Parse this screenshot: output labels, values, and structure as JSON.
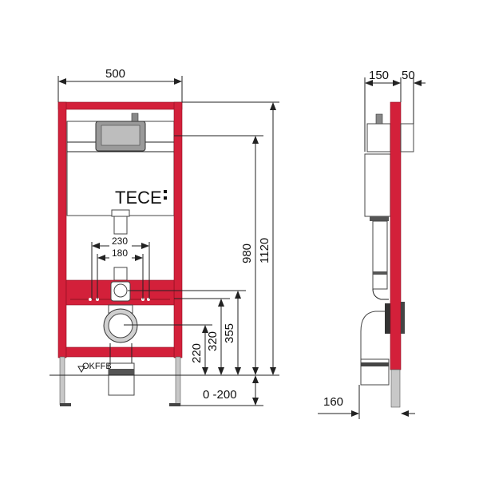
{
  "brand": "TECE",
  "colors": {
    "frame": "#d3203a",
    "line": "#222222"
  },
  "front_view": {
    "width": "500",
    "height_total": "1120",
    "height_flush_plate": "980",
    "height_355": "355",
    "height_320": "320",
    "height_220": "220",
    "foot_adjust": "0 -200",
    "spacing_outer": "230",
    "spacing_inner": "180",
    "floor_label": "OKFFB"
  },
  "side_view": {
    "depth_cistern": "150",
    "depth_plate": "50",
    "depth_outlet": "160"
  }
}
